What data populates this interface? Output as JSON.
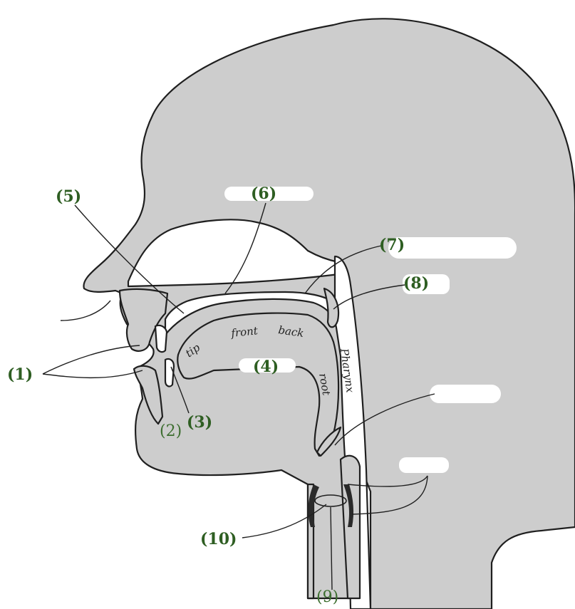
{
  "labels": {
    "lips": "(1)",
    "teeth": "(2)",
    "tongue_tip": "(3)",
    "tongue": "(4)",
    "alveolar_ridge": "(5)",
    "hard_palate": "(6)",
    "velum": "(7)",
    "uvula": "(8)",
    "glottis": "(9)",
    "vocal_folds": "(10)"
  },
  "tongue_parts": {
    "tip": "tip",
    "front": "front",
    "back": "back",
    "root": "root"
  },
  "region": {
    "pharynx": "Pharynx"
  },
  "colors": {
    "head_fill": "#cdcdcd",
    "outline": "#1f1f1f",
    "label_green": "#2e5e22",
    "blank_box": "#ffffff"
  }
}
